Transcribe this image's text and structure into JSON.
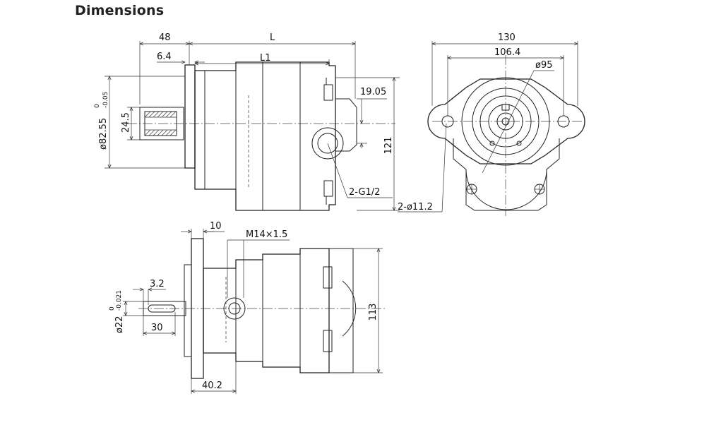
{
  "header": {
    "title": "Dimensions"
  },
  "side_view": {
    "dim_48": "48",
    "dim_L": "L",
    "dim_6_4": "6.4",
    "dim_L1": "L1",
    "dim_19_05": "19.05",
    "dim_121": "121",
    "dim_shaft_diameter": "ø82.55",
    "dim_shaft_tol_upper": "0",
    "dim_shaft_tol_lower": "-0.05",
    "dim_24_5": "24.5",
    "label_port": "2-G1/2",
    "label_holes": "2-ø11.2"
  },
  "front_view": {
    "dim_130": "130",
    "dim_106_4": "106.4",
    "dim_95": "ø95"
  },
  "top_view": {
    "dim_10": "10",
    "dim_thread": "M14×1.5",
    "dim_3_2": "3.2",
    "dim_shaft": "ø22",
    "dim_shaft_tol_upper": "0",
    "dim_shaft_tol_lower": "-0.021",
    "dim_30": "30",
    "dim_40_2": "40.2",
    "dim_113": "113"
  }
}
